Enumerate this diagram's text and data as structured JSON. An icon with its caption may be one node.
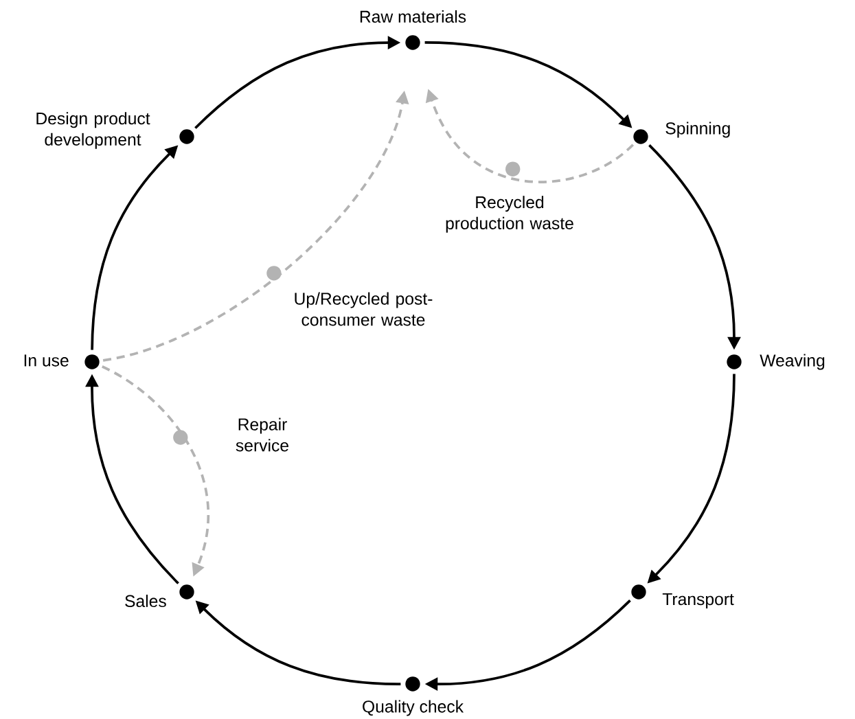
{
  "diagram": {
    "nodes": [
      {
        "text": [
          "Raw materials"
        ]
      },
      {
        "text": [
          "Spinning"
        ]
      },
      {
        "text": [
          "Weaving"
        ]
      },
      {
        "text": [
          "Transport"
        ]
      },
      {
        "text": [
          "Quality check"
        ]
      },
      {
        "text": [
          "Sales"
        ]
      },
      {
        "text": [
          "In use"
        ]
      },
      {
        "text": [
          "Design product development"
        ]
      }
    ],
    "edges": [
      {
        "from": 0,
        "to": 1,
        "arrow": "to"
      },
      {
        "from": 1,
        "to": 2,
        "arrow": "to"
      },
      {
        "from": 2,
        "to": 3,
        "arrow": "to"
      },
      {
        "from": 3,
        "to": 4,
        "arrow": "to"
      },
      {
        "from": 4,
        "to": 5,
        "arrow": "to"
      },
      {
        "from": 5,
        "to": 6,
        "arrow": "to"
      },
      {
        "from": 6,
        "to": 7,
        "arrow": "to"
      },
      {
        "from": 7,
        "to": 0,
        "arrow": "to"
      },
      {
        "from": 1,
        "to": 0,
        "arrow": "to",
        "style": "dashed",
        "color": "#b3b3b3",
        "label": "Recycled production waste"
      },
      {
        "from": 6,
        "to": 0,
        "arrow": "to",
        "style": "dashed",
        "color": "#b3b3b3",
        "label": "Up/Recycled post-consumer waste"
      },
      {
        "from": 6,
        "to": 5,
        "arrow": "to",
        "style": "dashed",
        "color": "#b3b3b3",
        "label": "Repair service"
      }
    ]
  }
}
